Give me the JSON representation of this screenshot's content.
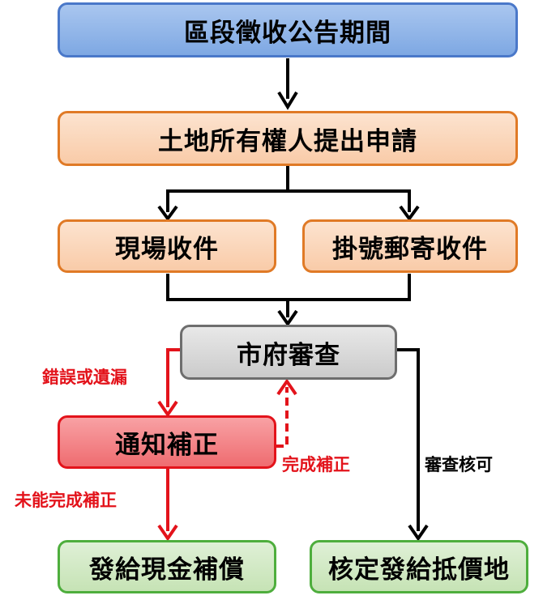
{
  "colors": {
    "blue_node": "#7ea8e3",
    "orange_node": "#f9cba8",
    "gray_node": "#cbcbcb",
    "red_node": "#ef6c70",
    "green_node": "#c6e3b5",
    "red_flow": "#e3131b",
    "black_flow": "#000000"
  },
  "nodes": {
    "announce": "區段徵收公告期間",
    "apply": "土地所有權人提出申請",
    "onsite": "現場收件",
    "mail": "掛號郵寄收件",
    "review": "市府審查",
    "notify": "通知補正",
    "cash": "發給現金補償",
    "land": "核定發給抵價地"
  },
  "edges": {
    "error_label": "錯誤或遺漏",
    "done_label": "完成補正",
    "fail_label": "未能完成補正",
    "approve_label": "審查核可"
  }
}
